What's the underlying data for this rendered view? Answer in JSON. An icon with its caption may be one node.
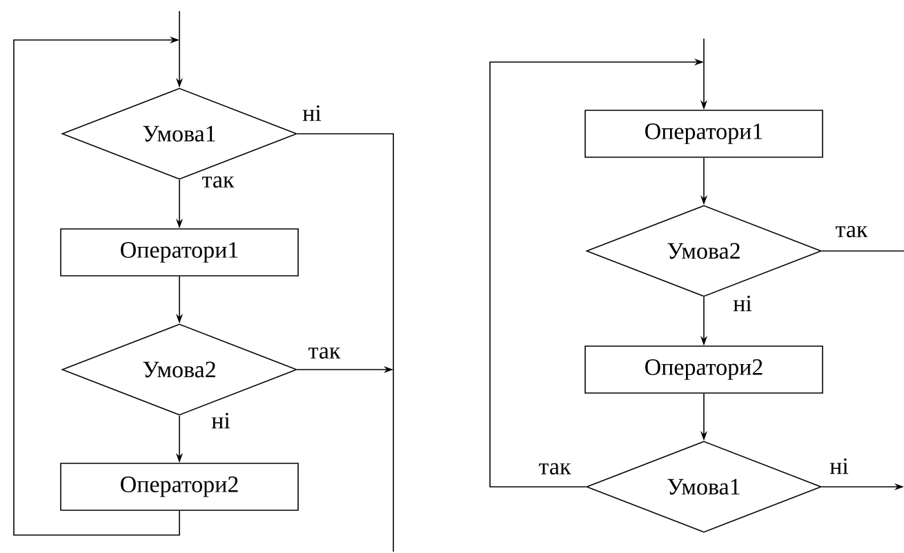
{
  "diagram": {
    "nodes": [
      {
        "text": [
          "Умова1"
        ]
      },
      {
        "text": [
          "Оператори1"
        ]
      },
      {
        "text": [
          "Умова2"
        ]
      },
      {
        "text": [
          "Оператори2"
        ]
      },
      {
        "text": [
          "Оператори1"
        ]
      },
      {
        "text": [
          "Умова2"
        ]
      },
      {
        "text": [
          "Оператори2"
        ]
      },
      {
        "text": [
          "Умова1"
        ]
      }
    ],
    "edges": [
      {
        "from": null,
        "to": 0,
        "arrow": "to"
      },
      {
        "from": 0,
        "to": 1,
        "arrow": "to",
        "label": "так"
      },
      {
        "from": 1,
        "to": 2,
        "arrow": "to"
      },
      {
        "from": 2,
        "to": 3,
        "arrow": "to",
        "label": "ні"
      },
      {
        "from": 3,
        "to": 0,
        "arrow": "to"
      },
      {
        "from": 0,
        "to": null,
        "arrow": "none",
        "label": "ні"
      },
      {
        "from": 2,
        "to": null,
        "arrow": "to",
        "label": "так"
      },
      {
        "from": null,
        "to": 4,
        "arrow": "to"
      },
      {
        "from": 4,
        "to": 5,
        "arrow": "to"
      },
      {
        "from": 5,
        "to": 6,
        "arrow": "to",
        "label": "ні"
      },
      {
        "from": 5,
        "to": null,
        "arrow": "none",
        "label": "так"
      },
      {
        "from": 6,
        "to": 7,
        "arrow": "to"
      },
      {
        "from": 7,
        "to": 4,
        "arrow": "to",
        "label": "так"
      },
      {
        "from": 7,
        "to": null,
        "arrow": "to",
        "label": "ні"
      }
    ]
  }
}
